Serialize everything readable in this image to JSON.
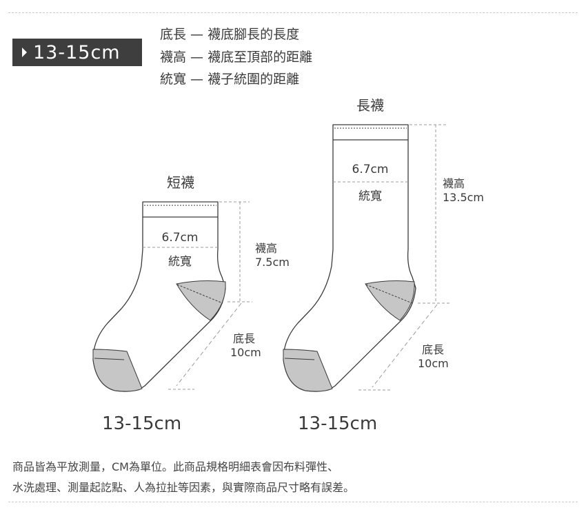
{
  "header": {
    "badge_label": "13-15cm",
    "definitions": [
      "底長 — 襪底腳長的長度",
      "襪高 — 襪底至頂部的距離",
      "統寬 — 襪子統圍的距離"
    ]
  },
  "diagram": {
    "short_sock": {
      "title": "短襪",
      "width_value": "6.7cm",
      "width_label": "統寬",
      "height_label": "襪高",
      "height_value": "7.5cm",
      "length_label": "底長",
      "length_value": "10cm",
      "size_label": "13-15cm"
    },
    "long_sock": {
      "title": "長襪",
      "width_value": "6.7cm",
      "width_label": "統寬",
      "height_label": "襪高",
      "height_value": "13.5cm",
      "length_label": "底長",
      "length_value": "10cm",
      "size_label": "13-15cm"
    },
    "colors": {
      "outline": "#3a3a3a",
      "fill_gray": "#c6c6c6",
      "guide": "#9a9a9a"
    }
  },
  "footer": {
    "lines": [
      "商品皆為平放測量，CM為單位。此商品規格明細表會因布料彈性、",
      "水洗處理、測量起訖點、人為拉扯等因素，與實際商品尺寸略有誤差。"
    ]
  }
}
